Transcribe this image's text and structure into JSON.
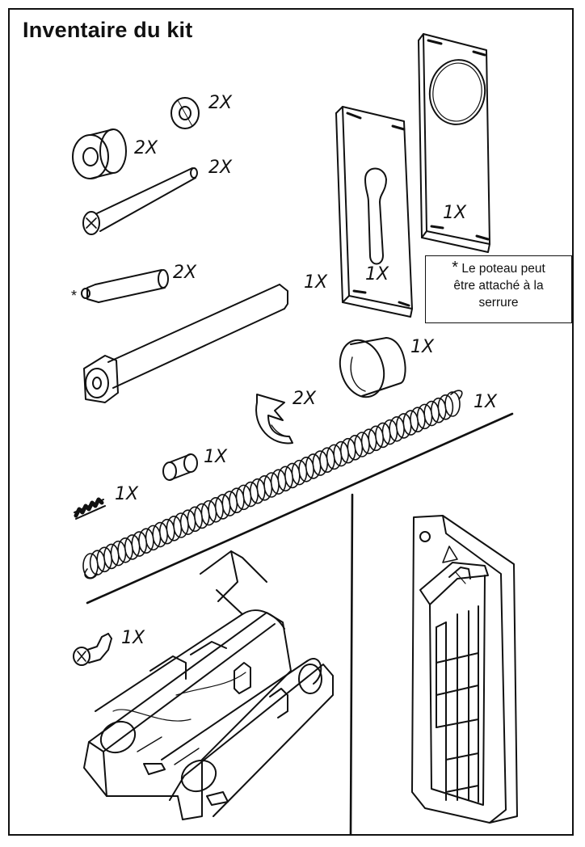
{
  "title": "Inventaire du kit",
  "note": {
    "marker": "*",
    "line1": "Le poteau peut",
    "line2": "être attaché à la",
    "line3": "serrure"
  },
  "marker_star": "*",
  "quantities": {
    "spacer_large": "2X",
    "spacer_small": "2X",
    "screw_long": "2X",
    "post": "2X",
    "spindle": "1X",
    "plate_cylinder": "1X",
    "plate_oval": "1X",
    "ring_sleeve": "1X",
    "clip": "2X",
    "bushing": "1X",
    "long_spring": "1X",
    "short_spring": "1X",
    "small_screw": "1X"
  }
}
